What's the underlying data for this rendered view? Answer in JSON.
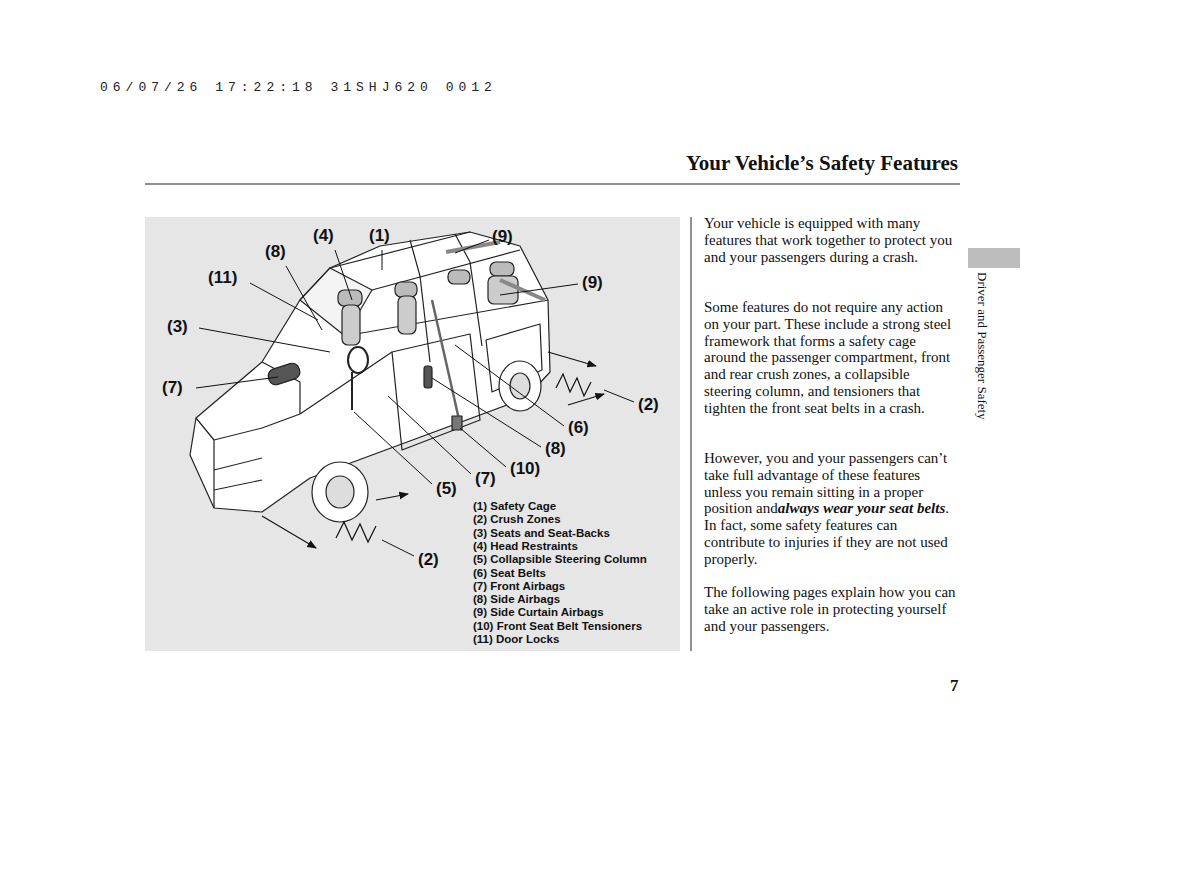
{
  "diagram": {
    "title": "Your Vehicle’s Safety Features",
    "labels": [
      "06/07/26 17:22:18 31SHJ620 0012",
      "Driver and Passenger Safety",
      "7",
      "(4)",
      "(1)",
      "(9)",
      "(8)",
      "(11)",
      "(9)",
      "(3)",
      "(7)",
      "(2)",
      "(6)",
      "(8)",
      "(10)",
      "(7)",
      "(5)",
      "(2)",
      "(1) Safety Cage",
      "(2) Crush Zones",
      "(3) Seats and Seat-Backs",
      "(4) Head Restraints",
      "(5) Collapsible Steering Column",
      "(6) Seat Belts",
      "(7) Front Airbags",
      "(8) Side Airbags",
      "(9) Side Curtain Airbags",
      "(10) Front Seat Belt Tensioners",
      "(11) Door Locks",
      "Your vehicle is equipped with many features that work together to protect you and your passengers during a crash.",
      "Some features do not require any action on your part. These include a strong steel framework that forms a safety cage around the passenger compartment, front and rear crush zones, a collapsible steering column, and tensioners that tighten the front seat belts in a crash.",
      "However, you and your passengers can’t take full advantage of these features unless you remain sitting in a proper position and",
      "always wear your seat belts",
      ". In fact, some safety features can contribute to injuries if they are not used properly.",
      "The following pages explain how you can take an active role in protecting yourself and your passengers."
    ]
  }
}
